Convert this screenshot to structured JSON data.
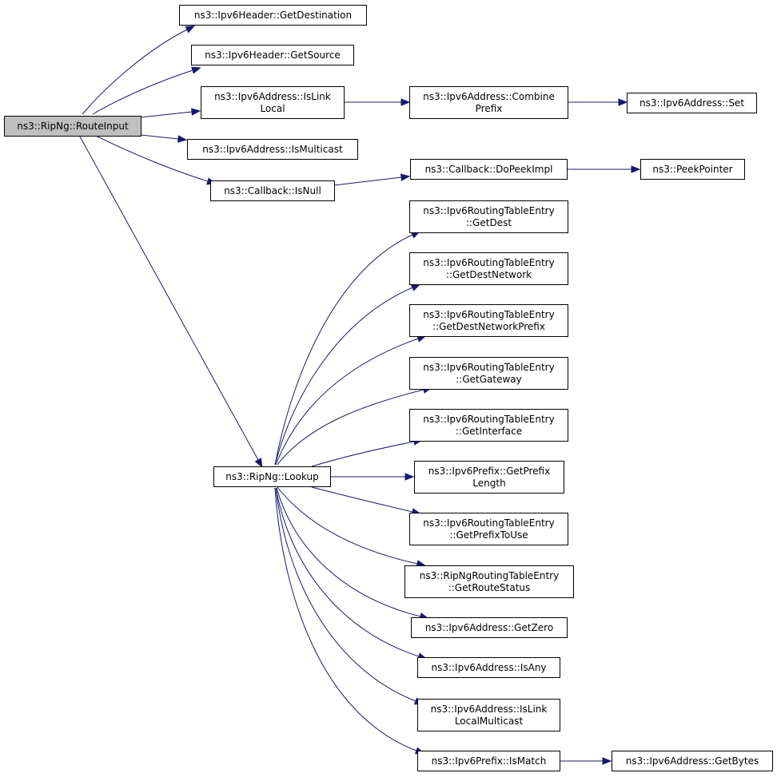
{
  "colors": {
    "edge": "#191970",
    "node_fill": "#ffffff",
    "root_fill": "#bfbfbf",
    "node_border": "#000000"
  },
  "nodes": [
    {
      "id": "route_input",
      "lines": [
        "ns3::RipNg::RouteInput"
      ],
      "root": true
    },
    {
      "id": "get_destination",
      "lines": [
        "ns3::Ipv6Header::GetDestination"
      ]
    },
    {
      "id": "get_source",
      "lines": [
        "ns3::Ipv6Header::GetSource"
      ]
    },
    {
      "id": "is_link_local",
      "lines": [
        "ns3::Ipv6Address::IsLink",
        "Local"
      ]
    },
    {
      "id": "combine_prefix",
      "lines": [
        "ns3::Ipv6Address::Combine",
        "Prefix"
      ]
    },
    {
      "id": "addr_set",
      "lines": [
        "ns3::Ipv6Address::Set"
      ]
    },
    {
      "id": "is_multicast",
      "lines": [
        "ns3::Ipv6Address::IsMulticast"
      ]
    },
    {
      "id": "callback_is_null",
      "lines": [
        "ns3::Callback::IsNull"
      ]
    },
    {
      "id": "do_peek_impl",
      "lines": [
        "ns3::Callback::DoPeekImpl"
      ]
    },
    {
      "id": "peek_pointer",
      "lines": [
        "ns3::PeekPointer"
      ]
    },
    {
      "id": "lookup",
      "lines": [
        "ns3::RipNg::Lookup"
      ]
    },
    {
      "id": "get_dest",
      "lines": [
        "ns3::Ipv6RoutingTableEntry",
        "::GetDest"
      ]
    },
    {
      "id": "get_dest_network",
      "lines": [
        "ns3::Ipv6RoutingTableEntry",
        "::GetDestNetwork"
      ]
    },
    {
      "id": "get_dest_network_prefix",
      "lines": [
        "ns3::Ipv6RoutingTableEntry",
        "::GetDestNetworkPrefix"
      ]
    },
    {
      "id": "get_gateway",
      "lines": [
        "ns3::Ipv6RoutingTableEntry",
        "::GetGateway"
      ]
    },
    {
      "id": "get_interface",
      "lines": [
        "ns3::Ipv6RoutingTableEntry",
        "::GetInterface"
      ]
    },
    {
      "id": "get_prefix_length",
      "lines": [
        "ns3::Ipv6Prefix::GetPrefix",
        "Length"
      ]
    },
    {
      "id": "get_prefix_to_use",
      "lines": [
        "ns3::Ipv6RoutingTableEntry",
        "::GetPrefixToUse"
      ]
    },
    {
      "id": "get_route_status",
      "lines": [
        "ns3::RipNgRoutingTableEntry",
        "::GetRouteStatus"
      ]
    },
    {
      "id": "get_zero",
      "lines": [
        "ns3::Ipv6Address::GetZero"
      ]
    },
    {
      "id": "is_any",
      "lines": [
        "ns3::Ipv6Address::IsAny"
      ]
    },
    {
      "id": "is_link_local_multicast",
      "lines": [
        "ns3::Ipv6Address::IsLink",
        "LocalMulticast"
      ]
    },
    {
      "id": "is_match",
      "lines": [
        "ns3::Ipv6Prefix::IsMatch"
      ]
    },
    {
      "id": "get_bytes",
      "lines": [
        "ns3::Ipv6Address::GetBytes"
      ]
    }
  ],
  "edges": [
    [
      "route_input",
      "get_destination"
    ],
    [
      "route_input",
      "get_source"
    ],
    [
      "route_input",
      "is_link_local"
    ],
    [
      "route_input",
      "is_multicast"
    ],
    [
      "route_input",
      "callback_is_null"
    ],
    [
      "route_input",
      "lookup"
    ],
    [
      "is_link_local",
      "combine_prefix"
    ],
    [
      "combine_prefix",
      "addr_set"
    ],
    [
      "callback_is_null",
      "do_peek_impl"
    ],
    [
      "do_peek_impl",
      "peek_pointer"
    ],
    [
      "lookup",
      "get_dest"
    ],
    [
      "lookup",
      "get_dest_network"
    ],
    [
      "lookup",
      "get_dest_network_prefix"
    ],
    [
      "lookup",
      "get_gateway"
    ],
    [
      "lookup",
      "get_interface"
    ],
    [
      "lookup",
      "get_prefix_length"
    ],
    [
      "lookup",
      "get_prefix_to_use"
    ],
    [
      "lookup",
      "get_route_status"
    ],
    [
      "lookup",
      "get_zero"
    ],
    [
      "lookup",
      "is_any"
    ],
    [
      "lookup",
      "is_link_local_multicast"
    ],
    [
      "lookup",
      "is_match"
    ],
    [
      "is_match",
      "get_bytes"
    ]
  ]
}
